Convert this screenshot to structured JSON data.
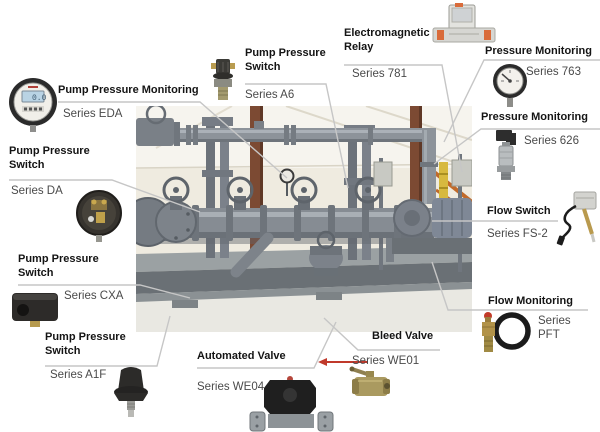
{
  "diagram_title": "Pump skid instrumentation product callouts",
  "colors": {
    "background": "#ffffff",
    "heading_text": "#141414",
    "series_text": "#4a4a4a",
    "leader_line": "#c6c6c6",
    "red_leader_line": "#c0392b"
  },
  "callouts": [
    {
      "id": "eda",
      "title": "Pump Pressure Monitoring",
      "series": "Series EDA",
      "icon": "digital-pressure-gauge-icon"
    },
    {
      "id": "da",
      "title": "Pump Pressure Switch",
      "series": "Series DA",
      "icon": "round-pressure-switch-icon"
    },
    {
      "id": "cxa",
      "title": "Pump Pressure Switch",
      "series": "Series CXA",
      "icon": "box-pressure-switch-icon"
    },
    {
      "id": "a1f",
      "title": "Pump Pressure Switch",
      "series": "Series A1F",
      "icon": "dome-pressure-switch-icon"
    },
    {
      "id": "a6",
      "title": "Pump Pressure Switch",
      "series": "Series A6",
      "icon": "stem-pressure-switch-icon"
    },
    {
      "id": "781",
      "title": "Electromagnetic Relay",
      "series": "Series 781",
      "icon": "din-rail-relay-icon"
    },
    {
      "id": "763",
      "title": "Pressure Monitoring",
      "series": "Series 763",
      "icon": "analog-pressure-gauge-icon"
    },
    {
      "id": "626",
      "title": "Pressure Monitoring",
      "series": "Series 626",
      "icon": "pressure-transmitter-icon"
    },
    {
      "id": "fs2",
      "title": "Flow Switch",
      "series": "Series FS-2",
      "icon": "flow-switch-icon"
    },
    {
      "id": "pft",
      "title": "Flow Monitoring",
      "series": "Series PFT",
      "icon": "paddle-flow-sensor-icon"
    },
    {
      "id": "we01",
      "title": "Bleed Valve",
      "series": "Series WE01",
      "icon": "brass-ball-valve-icon"
    },
    {
      "id": "we04",
      "title": "Automated Valve",
      "series": "Series WE04",
      "icon": "actuated-ball-valve-icon"
    }
  ],
  "photo": {
    "subject": "industrial pump skid with gray piping, flanged valves, pump and motor inside a warehouse"
  }
}
